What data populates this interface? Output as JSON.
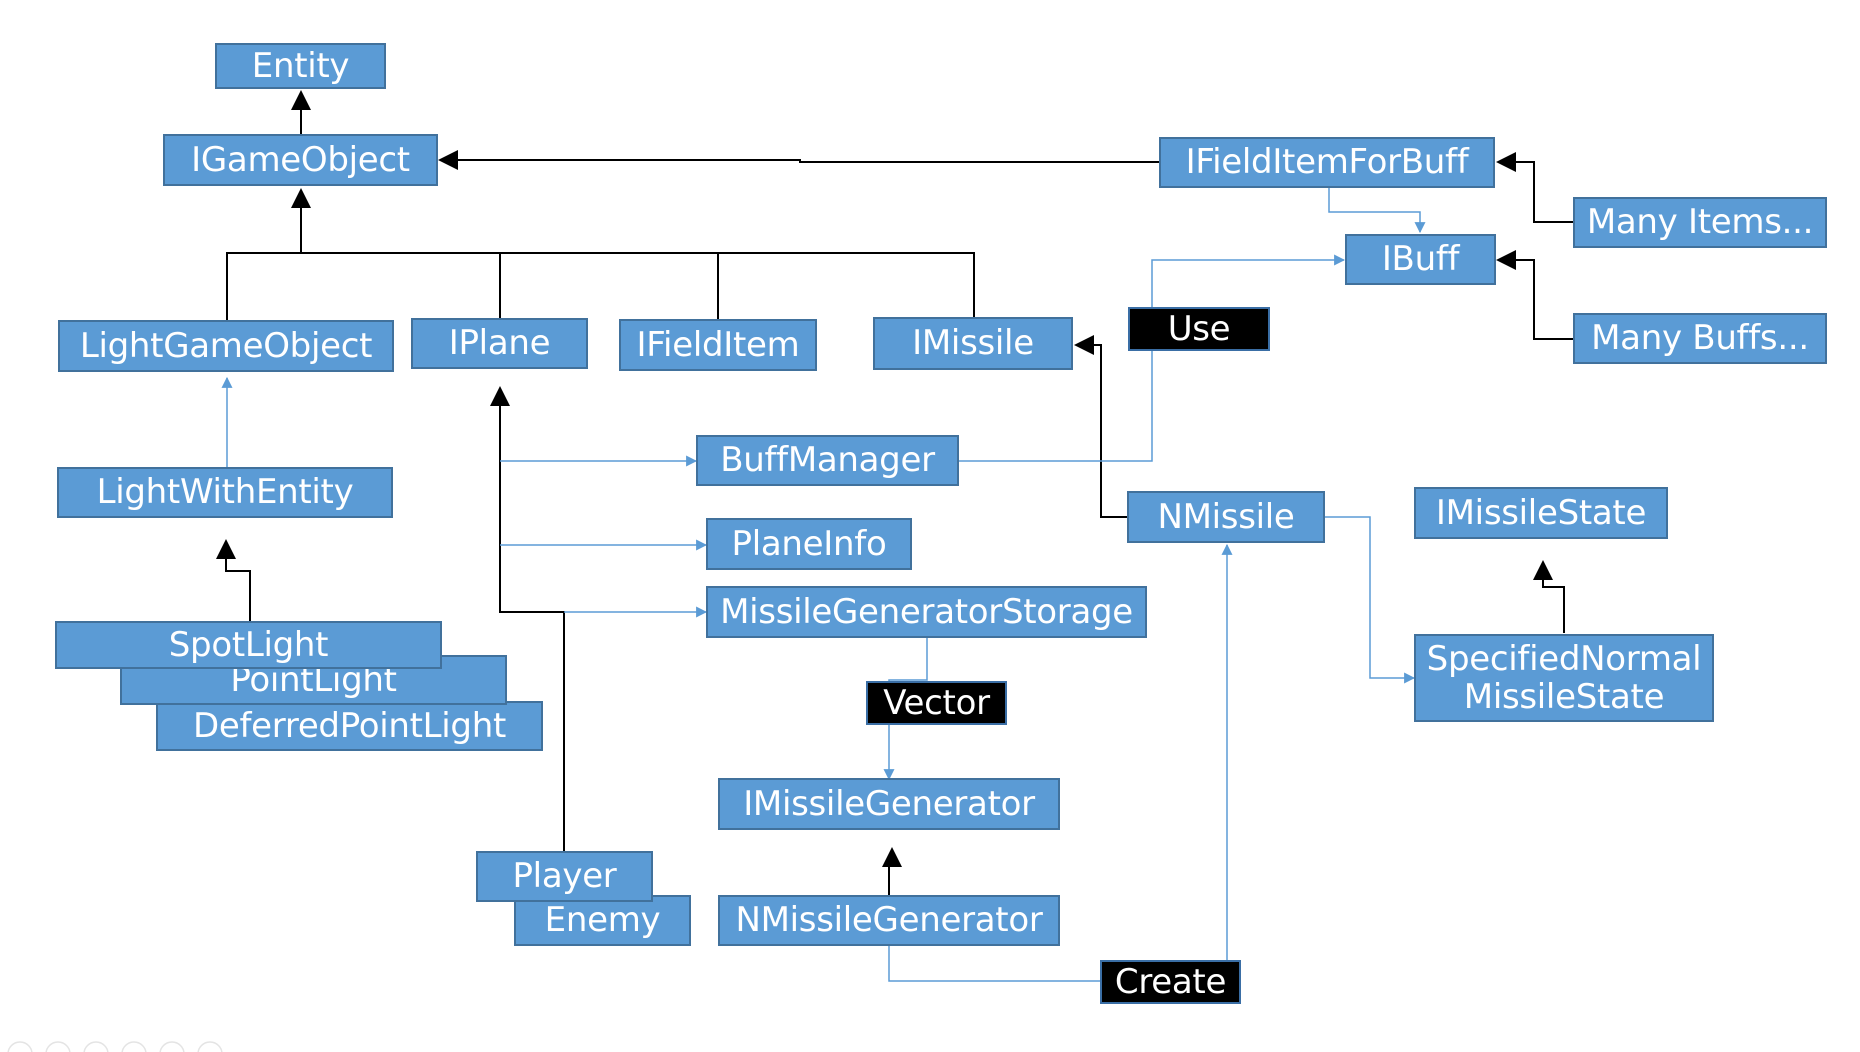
{
  "colors": {
    "node_fill": "#5b9bd5",
    "node_border": "#41719c",
    "label_fill": "#000000",
    "text": "#ffffff",
    "inheritance_line": "#000000",
    "association_line": "#5b9bd5"
  },
  "nodes": {
    "entity": "Entity",
    "igameobject": "IGameObject",
    "ifielditemforbuff": "IFieldItemForBuff",
    "many_items": "Many Items...",
    "ibuff": "IBuff",
    "many_buffs": "Many Buffs...",
    "lightgameobject": "LightGameObject",
    "iplane": "IPlane",
    "ifielditem": "IFieldItem",
    "imissile": "IMissile",
    "lightwithentity": "LightWithEntity",
    "spotlight": "SpotLight",
    "pointlight": "PointLight",
    "deferredpointlight": "DeferredPointLight",
    "buffmanager": "BuffManager",
    "planeinfo": "PlaneInfo",
    "missilegeneratorstorage": "MissileGeneratorStorage",
    "imissilegenerator": "IMissileGenerator",
    "nmissilegenerator": "NMissileGenerator",
    "nmissile": "NMissile",
    "imissilestate": "IMissileState",
    "specifiednormal_line1": "SpecifiedNormal",
    "specifiednormal_line2": "MissileState",
    "player": "Player",
    "enemy": "Enemy"
  },
  "labels": {
    "use": "Use",
    "vector": "Vector",
    "create": "Create"
  }
}
